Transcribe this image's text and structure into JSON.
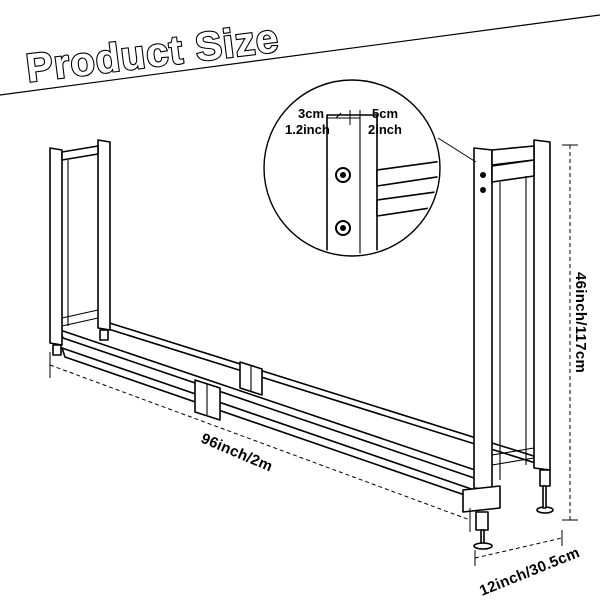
{
  "title": "Product Size",
  "dimensions": {
    "length": "96inch/2m",
    "height": "46inch/117cm",
    "depth": "12inch/30.5cm"
  },
  "detail": {
    "left_label_1": "3cm",
    "left_label_2": "1.2inch",
    "right_label_1": "5cm",
    "right_label_2": "2inch"
  }
}
